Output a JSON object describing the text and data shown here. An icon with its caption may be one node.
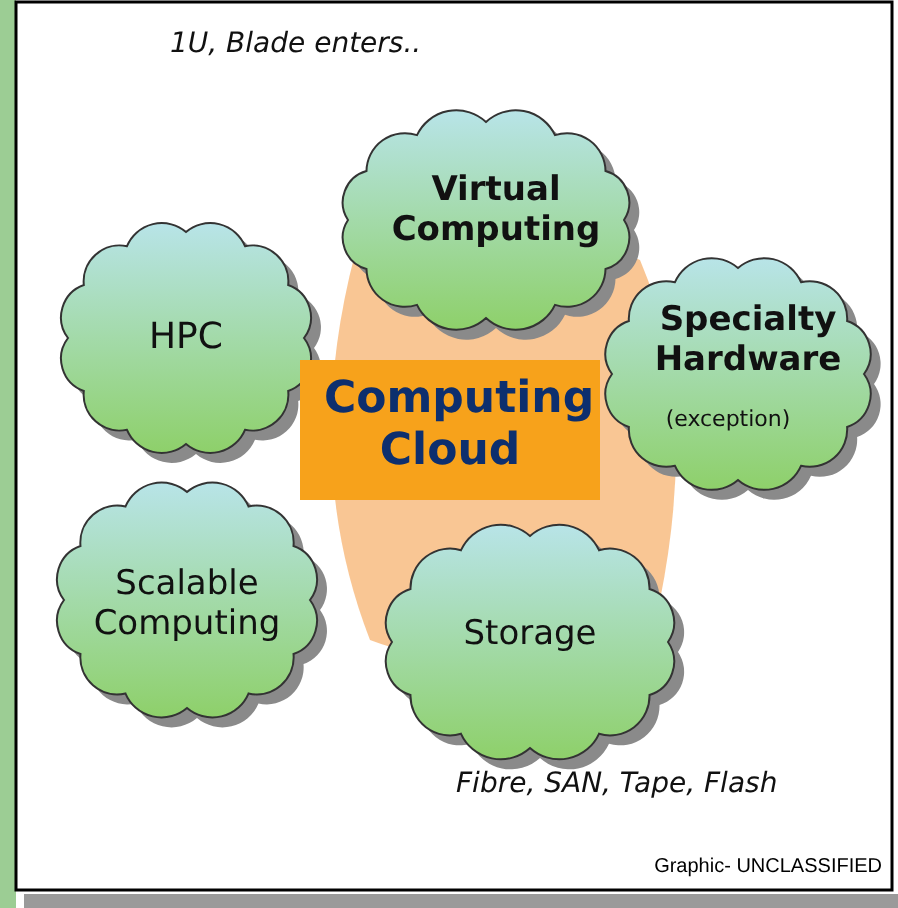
{
  "diagram": {
    "nodes": [
      {
        "text": [
          "Computing Cloud"
        ]
      },
      {
        "text": [
          "Virtual Computing"
        ],
        "beside": [
          "1U, Blade enters.."
        ]
      },
      {
        "text": [
          "HPC"
        ]
      },
      {
        "text": [
          "Specialty Hardware",
          "(exception)"
        ]
      },
      {
        "text": [
          "Scalable Computing"
        ]
      },
      {
        "text": [
          "Storage"
        ],
        "beside": [
          "Fibre, SAN, Tape, Flash"
        ]
      }
    ],
    "labels": [
      "Graphic- UNCLASSIFIED"
    ]
  }
}
